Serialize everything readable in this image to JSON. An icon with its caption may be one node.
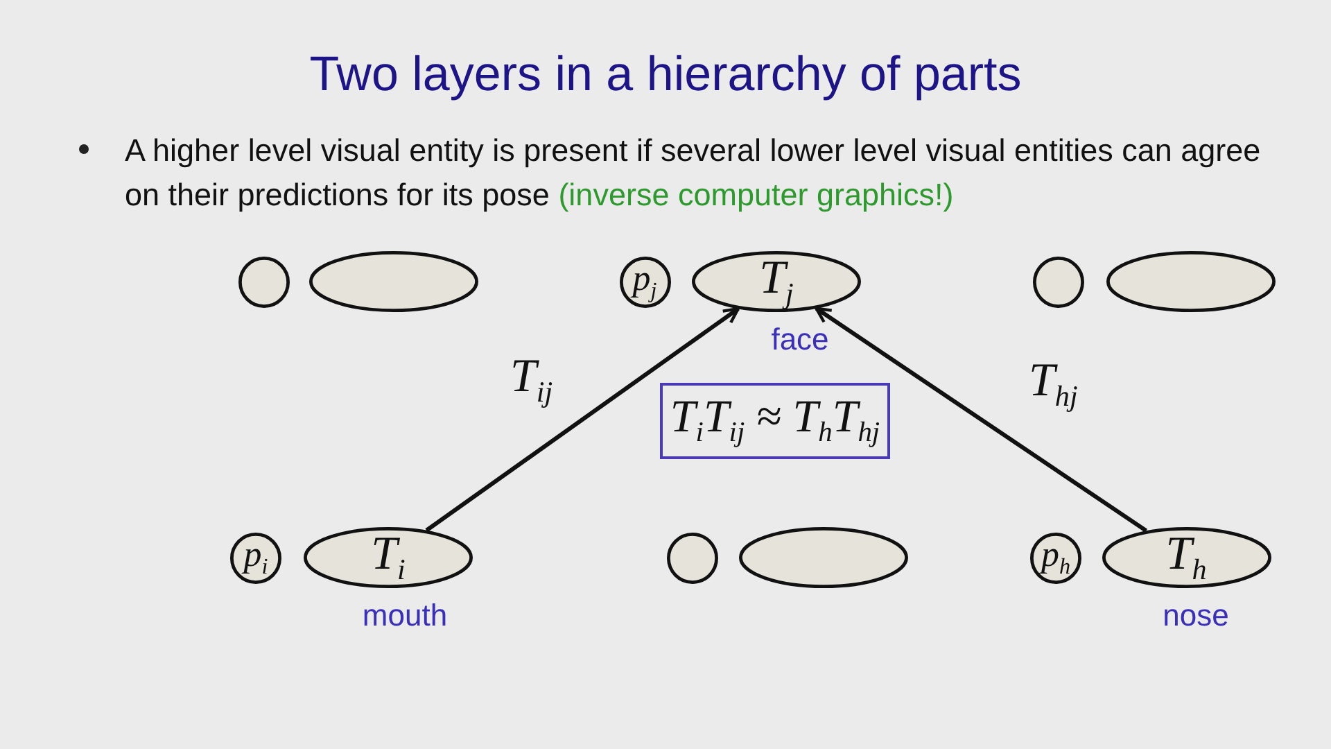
{
  "diagram": {
    "title": "Two layers in a hierarchy of parts",
    "nodes": [
      {
        "text": [],
        "shape": "circle"
      },
      {
        "text": [],
        "shape": "ellipse"
      },
      {
        "text": [
          "p$_{j}$"
        ]
      },
      {
        "text": [
          "T$_{j}$"
        ],
        "beside": [
          "face"
        ]
      },
      {
        "text": [],
        "shape": "circle"
      },
      {
        "text": [],
        "shape": "ellipse"
      },
      {
        "text": [
          "T$_{i}$T$_{ij}$ ≈ T$_{h}$T$_{hj}$"
        ]
      },
      {
        "text": [
          "p$_{i}$"
        ]
      },
      {
        "text": [
          "T$_{i}$"
        ],
        "beside": [
          "mouth"
        ]
      },
      {
        "text": [],
        "shape": "circle"
      },
      {
        "text": [],
        "shape": "ellipse"
      },
      {
        "text": [
          "p$_{h}$"
        ]
      },
      {
        "text": [
          "T$_{h}$"
        ],
        "beside": [
          "nose"
        ]
      }
    ],
    "edges": [
      {
        "from": 8,
        "to": 3,
        "arrow": "to",
        "label": "T$_{ij}$"
      },
      {
        "from": 12,
        "to": 3,
        "arrow": "to",
        "label": "T$_{hj}$"
      }
    ],
    "labels": [
      "A higher level visual entity is present if several lower level visual entities can agree on their predictions for its pose",
      "(inverse computer graphics!)"
    ]
  }
}
